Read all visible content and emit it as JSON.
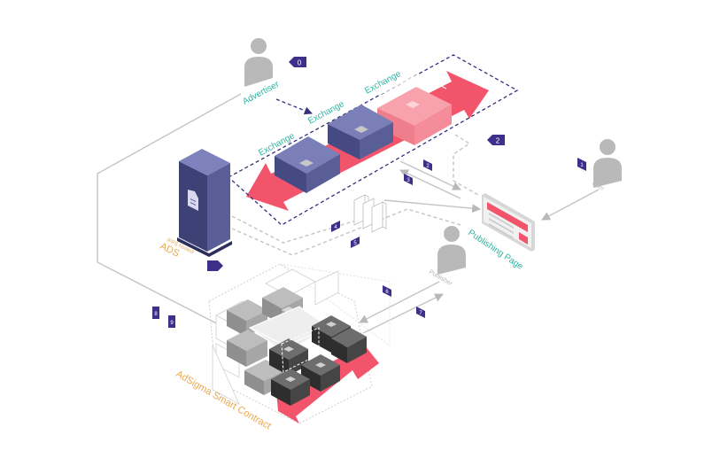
{
  "labels": {
    "advertiser": "Advertiser",
    "exchange_1": "Exchange",
    "exchange_2": "Exchange",
    "exchange_3": "Exchange",
    "user": "User",
    "publishing_page": "Publishing Page",
    "publisher": "Publisher",
    "ads_caption": "IPFS hosted",
    "ads": "ADS",
    "contract": "AdSigma Smart Contract"
  },
  "steps": {
    "s0": "0",
    "s1": "1",
    "s2a": "2",
    "s2b": "2",
    "s3": "3",
    "s4": "4",
    "s5": "5",
    "s6": "6",
    "s7": "7",
    "s8": "8",
    "s9": "9"
  },
  "colors": {
    "accent_red": "#f2556b",
    "badge_purple": "#3f2f8a",
    "box_navy": "#5a5e97",
    "teal_text": "#2fb5a3",
    "orange_text": "#e8a94f",
    "person_gray": "#b9b9b9",
    "line_gray": "#c4c4c4"
  }
}
